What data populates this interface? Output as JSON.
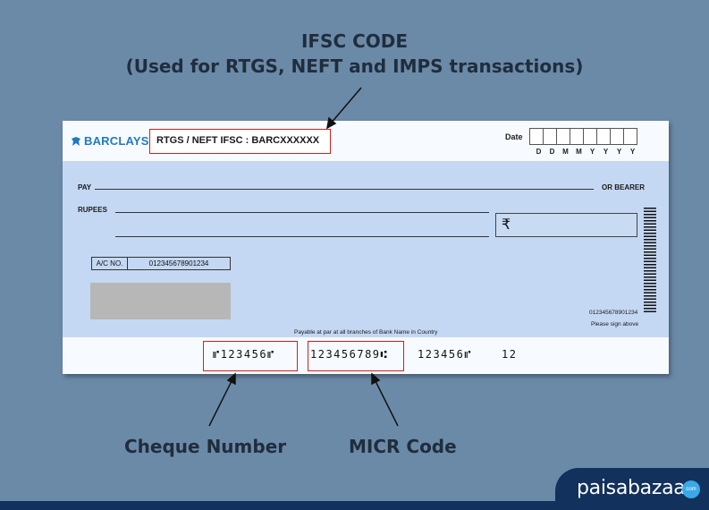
{
  "header": {
    "title": "IFSC CODE",
    "subtitle": "(Used for RTGS, NEFT and IMPS transactions)"
  },
  "cheque": {
    "bank_logo": "BARCLAYS",
    "ifsc_text": "RTGS / NEFT IFSC : BARCXXXXXX",
    "date_label": "Date",
    "date_chars": [
      "D",
      "D",
      "M",
      "M",
      "Y",
      "Y",
      "Y",
      "Y"
    ],
    "pay_label": "PAY",
    "or_bearer": "OR BEARER",
    "rupees_label": "RUPEES",
    "rupee_symbol": "₹",
    "ac_no_label": "A/C NO.",
    "ac_no_value": "012345678901234",
    "account_small": "012345678901234",
    "sign_text": "Please sign above",
    "payable_text": "Payable at par at all branches of Bank Name in Country",
    "micr_cheque_number": "⑈123456⑈",
    "micr_code": "123456789⑆",
    "micr_account": "123456⑈",
    "micr_tx": "12"
  },
  "labels": {
    "cheque_number": "Cheque Number",
    "micr_code": "MICR Code"
  },
  "brand": {
    "name": "paisabazaar",
    "badge": "com"
  },
  "colors": {
    "background": "#6b8aa8",
    "cheque_body": "#c4d8f3",
    "highlight": "#d61e1e",
    "brand_bg": "#12315c",
    "logo_blue": "#1f7ac2"
  }
}
